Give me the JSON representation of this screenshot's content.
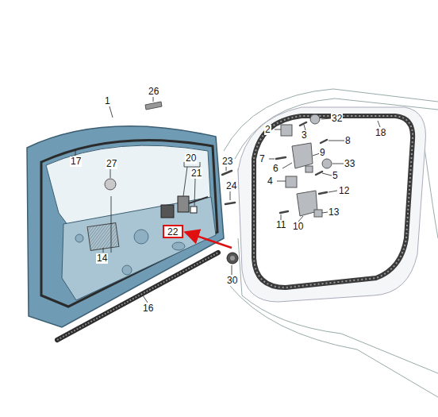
{
  "diagram": {
    "nodes": [
      {
        "text": [
          "22"
        ]
      }
    ],
    "labels": [
      "1",
      "26",
      "17",
      "27",
      "20",
      "21",
      "23",
      "24",
      "14",
      "16",
      "30",
      "2",
      "3",
      "32",
      "8",
      "18",
      "7",
      "9",
      "6",
      "33",
      "4",
      "5",
      "12",
      "11",
      "10",
      "13"
    ]
  }
}
